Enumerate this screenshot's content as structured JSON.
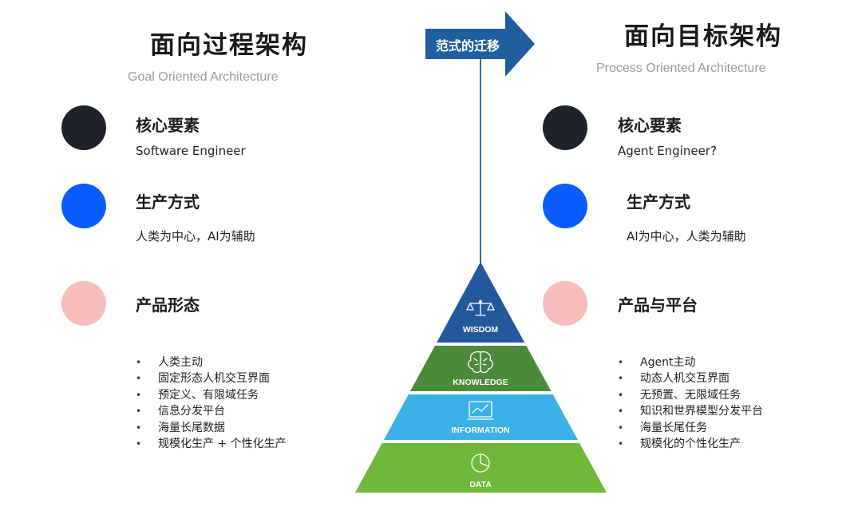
{
  "left": {
    "title": "面向过程架构",
    "subtitle": "Goal Oriented Architecture",
    "sections": [
      {
        "heading": "核心要素",
        "sub": "Software Engineer",
        "color": "#1f2329"
      },
      {
        "heading": "生产方式",
        "sub": "人类为中心，AI为辅助",
        "color": "#0a5cff"
      },
      {
        "heading": "产品形态",
        "sub": "",
        "color": "#f7bdbd"
      }
    ],
    "bullets": [
      "人类主动",
      "固定形态人机交互界面",
      "预定义、有限域任务",
      "信息分发平台",
      "海量长尾数据",
      "规模化生产 + 个性化生产"
    ]
  },
  "right": {
    "title": "面向目标架构",
    "subtitle": "Process Oriented Architecture",
    "sections": [
      {
        "heading": "核心要素",
        "sub": "Agent Engineer?",
        "color": "#1f2329"
      },
      {
        "heading": "生产方式",
        "sub": "AI为中心，人类为辅助",
        "color": "#0a5cff"
      },
      {
        "heading": "产品与平台",
        "sub": "",
        "color": "#f7bdbd"
      }
    ],
    "bullets": [
      "Agent主动",
      "动态人机交互界面",
      "无预置、无限域任务",
      "知识和世界模型分发平台",
      "海量长尾任务",
      "规模化的个性化生产"
    ]
  },
  "banner": {
    "label": "范式的迁移",
    "color": "#1f5f9e"
  },
  "pyramid": {
    "tiers": [
      {
        "label": "WISDOM",
        "icon": "scale-icon",
        "color": "#23599a"
      },
      {
        "label": "KNOWLEDGE",
        "icon": "brain-icon",
        "color": "#4a8a3a"
      },
      {
        "label": "INFORMATION",
        "icon": "monitor-chart-icon",
        "color": "#3ab0e6"
      },
      {
        "label": "DATA",
        "icon": "pie-chart-icon",
        "color": "#6fb83a"
      }
    ]
  }
}
